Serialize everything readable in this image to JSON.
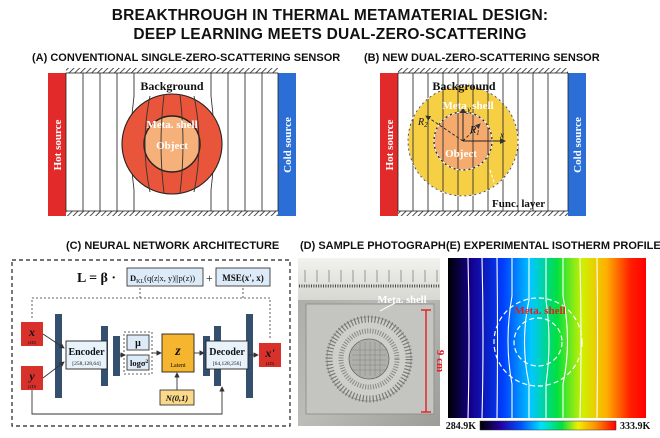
{
  "title": {
    "line1": "BREAKTHROUGH IN THERMAL METAMATERIAL DESIGN:",
    "line2": "DEEP LEARNING MEETS DUAL-ZERO-SCATTERING"
  },
  "panel_a": {
    "label": "(A) CONVENTIONAL SINGLE-ZERO-SCATTERING SENSOR",
    "background": "Background",
    "shell": "Meta. shell",
    "object": "Object",
    "hot": "Hot source",
    "cold": "Cold source"
  },
  "panel_b": {
    "label": "(B) NEW DUAL-ZERO-SCATTERING SENSOR",
    "background": "Background",
    "shell": "Meta. shell",
    "object": "Object",
    "hot": "Hot source",
    "cold": "Cold source",
    "func_layer": "Func. layer",
    "r1": "R",
    "r1_sub": "1",
    "r2": "R",
    "r2_sub": "2",
    "axis_x": "x",
    "axis_y": "y"
  },
  "panel_c": {
    "label": "(C) NEURAL NETWORK ARCHITECTURE",
    "loss_prefix": "L = β ·",
    "kl_term": "D",
    "kl_sub": "KL",
    "kl_args": "(q(z|x, y)||p(z))",
    "plus": "+",
    "mse_term": "MSE(x', x)",
    "input_x": "x",
    "input_x_sub": "(4D)",
    "input_y": "y",
    "input_y_sub": "(2D)",
    "encoder": "Encoder",
    "encoder_dims": "[258,128,64]",
    "mu": "μ",
    "logvar": "logσ",
    "logvar_sup": "2",
    "z": "z",
    "latent": "Latent",
    "prior": "N(0,1)",
    "decoder": "Decoder",
    "decoder_dims": "[64,128,256]",
    "output": "x'",
    "output_sub": "(4D)"
  },
  "panel_d": {
    "label": "(D) SAMPLE PHOTOGRAPH",
    "shell": "Meta. shell",
    "scale": "9 cm"
  },
  "panel_e": {
    "label": "(E) EXPERIMENTAL ISOTHERM PROFILE",
    "shell": "Meta. shell",
    "tmin": "284.9K",
    "tmax": "333.9K"
  },
  "colors": {
    "hot": "#e32a2a",
    "cold": "#2b6fd6",
    "shell_a": "#e8553a",
    "object_a": "#f6b07a",
    "shell_b": "#f7cf45",
    "object_b": "#f4ab6d",
    "network_box": "#e8f2fb",
    "latent": "#f5b52e",
    "io": "#d8302a",
    "bars": "#35506f"
  }
}
